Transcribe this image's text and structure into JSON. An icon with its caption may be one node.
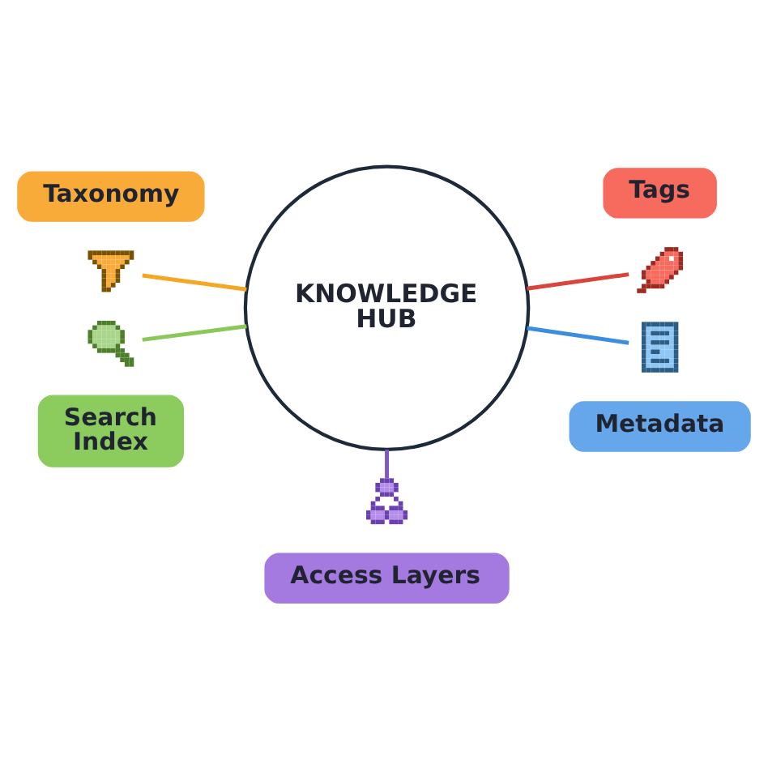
{
  "diagram": {
    "nodes": [
      {
        "text": [
          "Taxonomy"
        ]
      },
      {
        "text": [
          "Tags"
        ]
      },
      {
        "text": [],
        "shape": "picture"
      },
      {
        "text": [],
        "shape": "picture"
      },
      {
        "text": [
          "KNOWLEDGE HUB"
        ]
      },
      {
        "text": [],
        "shape": "picture"
      },
      {
        "text": [],
        "shape": "picture"
      },
      {
        "text": [
          "Search Index"
        ]
      },
      {
        "text": [
          "Metadata"
        ]
      },
      {
        "text": [],
        "shape": "picture"
      },
      {
        "text": [
          "Access Layers"
        ]
      }
    ],
    "edges": [
      {
        "from": 2,
        "to": 4,
        "arrow": "none",
        "color": "#f5a623"
      },
      {
        "from": 4,
        "to": 3,
        "arrow": "none",
        "color": "#d9453b"
      },
      {
        "from": 5,
        "to": 4,
        "arrow": "none",
        "color": "#8cc75a"
      },
      {
        "from": 4,
        "to": 6,
        "arrow": "none",
        "color": "#3b8de0"
      },
      {
        "from": 4,
        "to": 9,
        "arrow": "none",
        "color": "#7e57c2"
      }
    ]
  }
}
